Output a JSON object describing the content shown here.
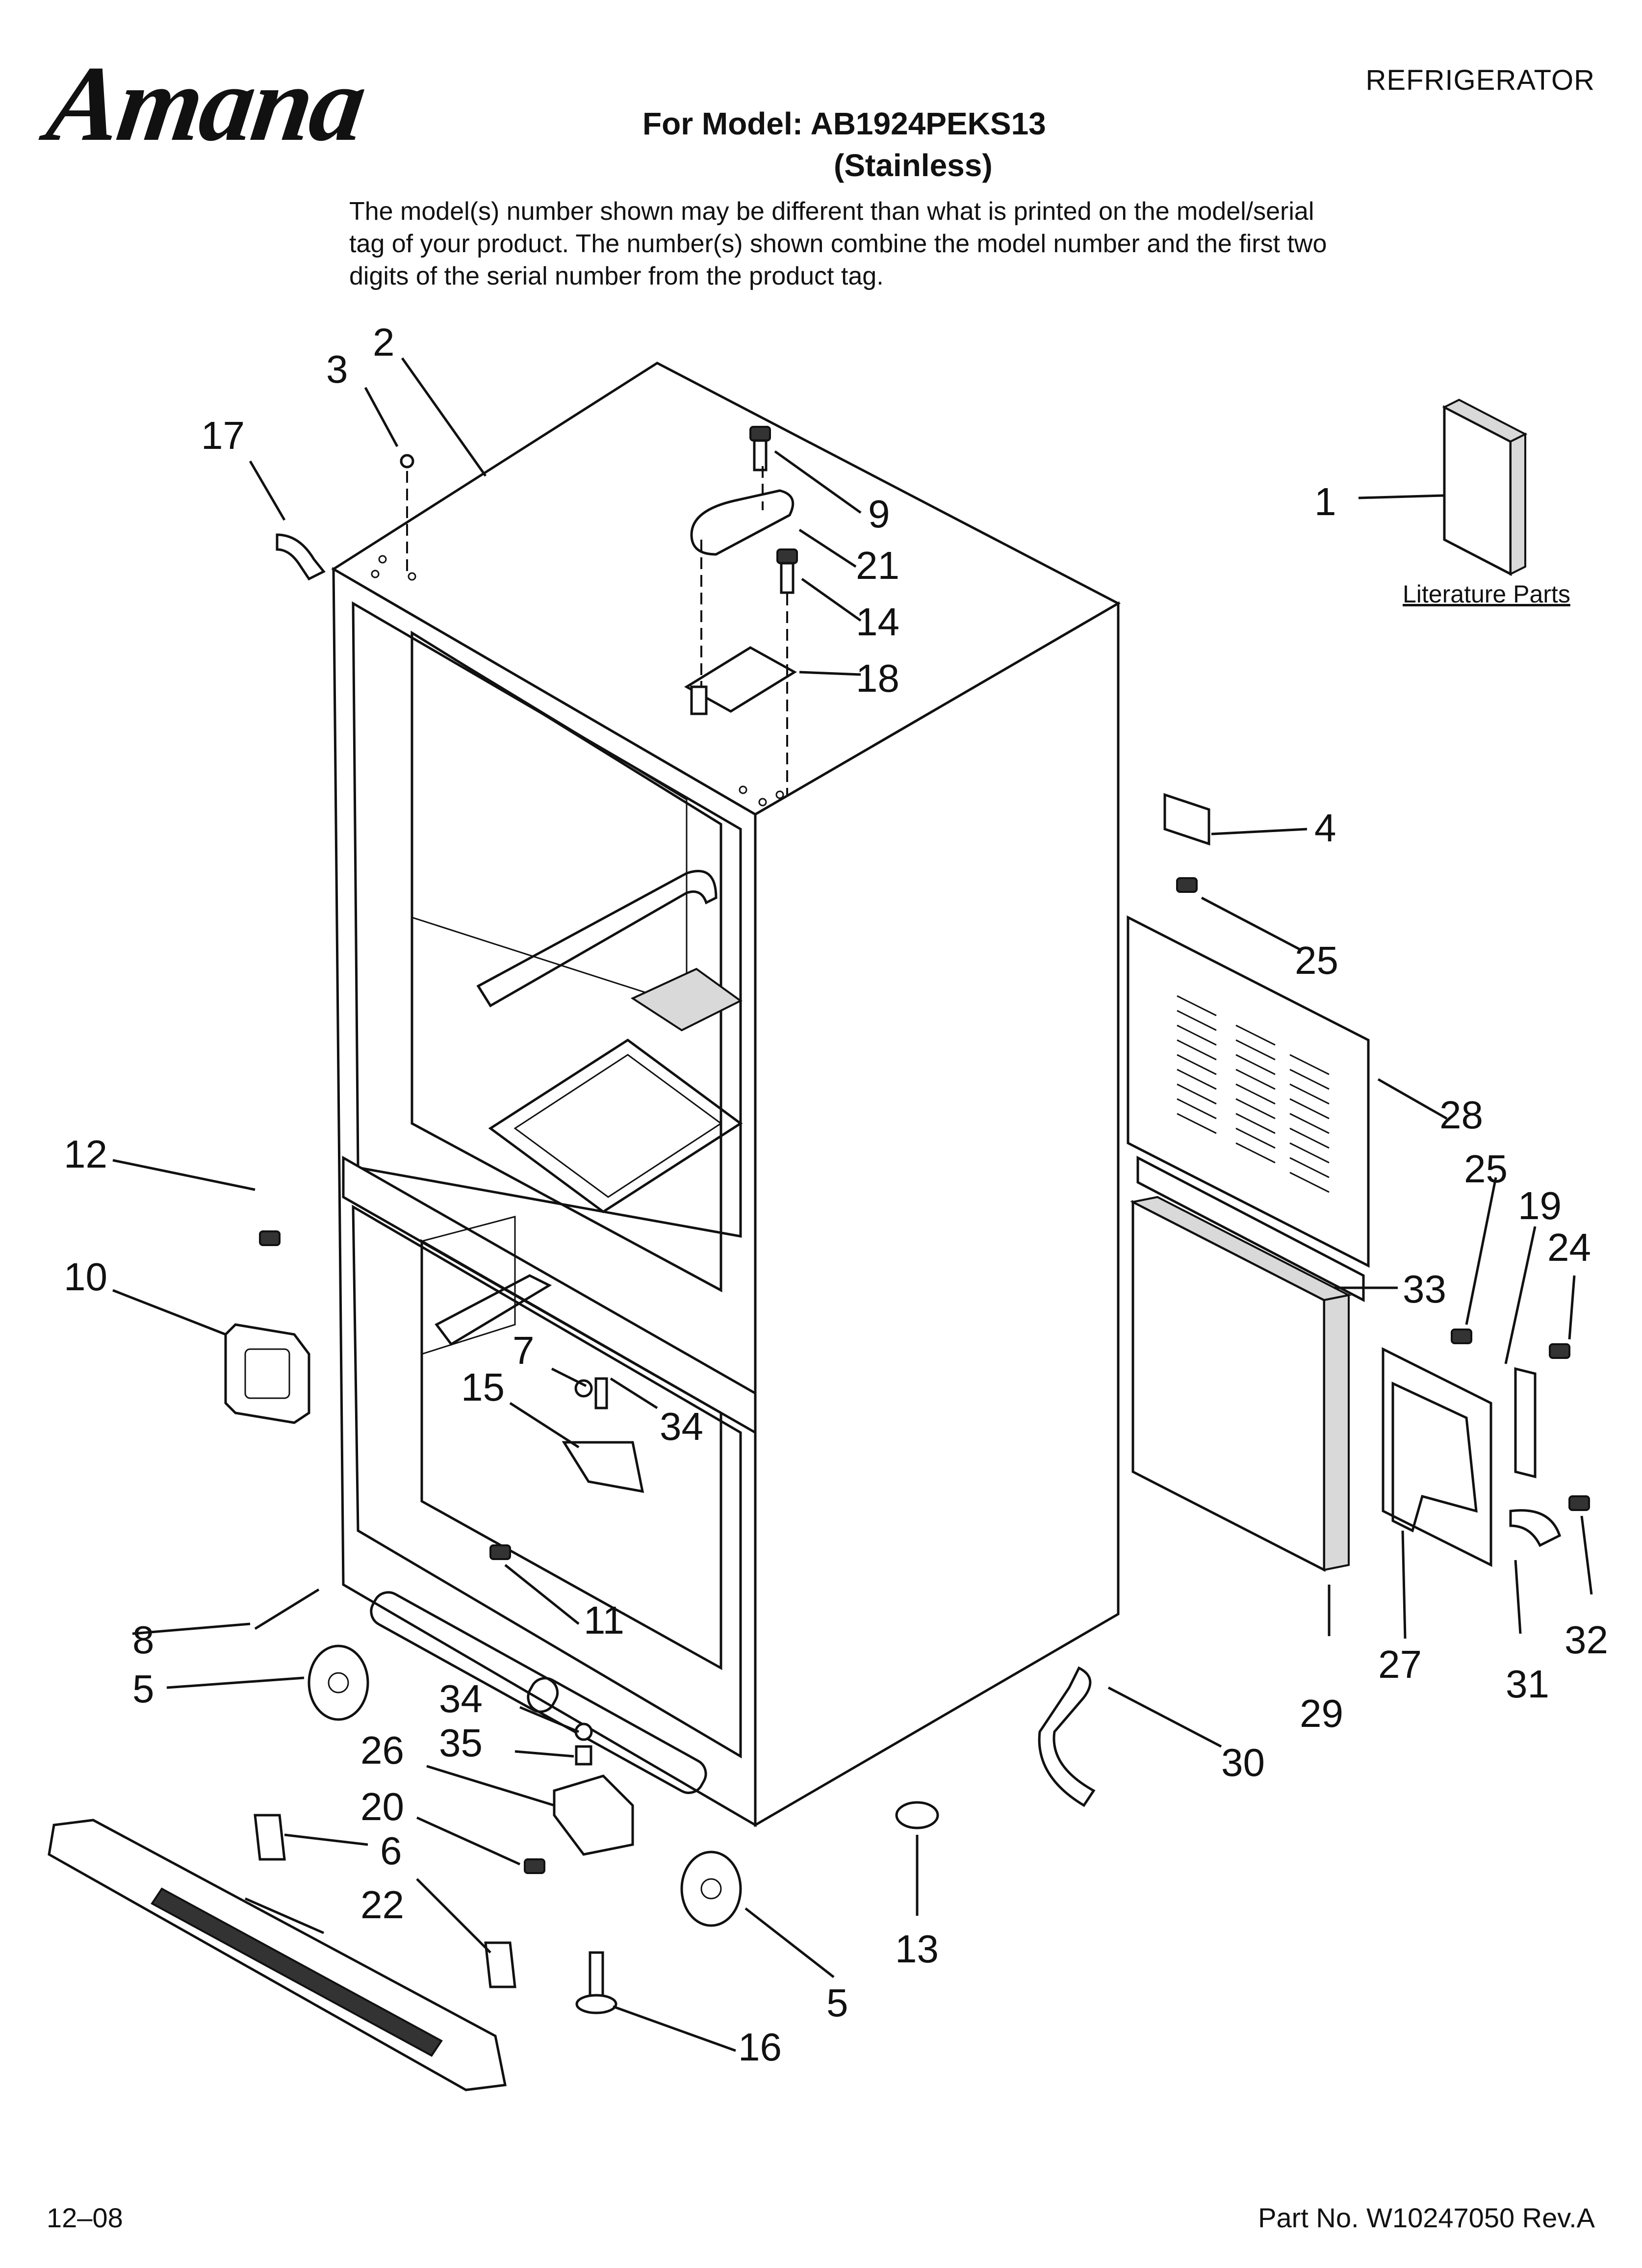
{
  "header": {
    "brand": "Amana",
    "category": "REFRIGERATOR",
    "model_line": "For Model: AB1924PEKS13",
    "variant": "(Stainless)",
    "disclaimer": "The model(s) number shown may be different than what is printed on the model/serial tag of your product. The number(s) shown combine the model number and the first two digits of the serial number from the product tag."
  },
  "literature_label": "Literature Parts",
  "callouts": [
    "1",
    "2",
    "3",
    "4",
    "5",
    "5",
    "6",
    "7",
    "8",
    "9",
    "10",
    "11",
    "12",
    "13",
    "14",
    "15",
    "16",
    "17",
    "18",
    "19",
    "20",
    "21",
    "22",
    "24",
    "25",
    "25",
    "26",
    "27",
    "28",
    "29",
    "30",
    "31",
    "32",
    "33",
    "34",
    "34",
    "35"
  ],
  "footer": {
    "date": "12–08",
    "part_no": "Part No. W10247050 Rev.A"
  }
}
